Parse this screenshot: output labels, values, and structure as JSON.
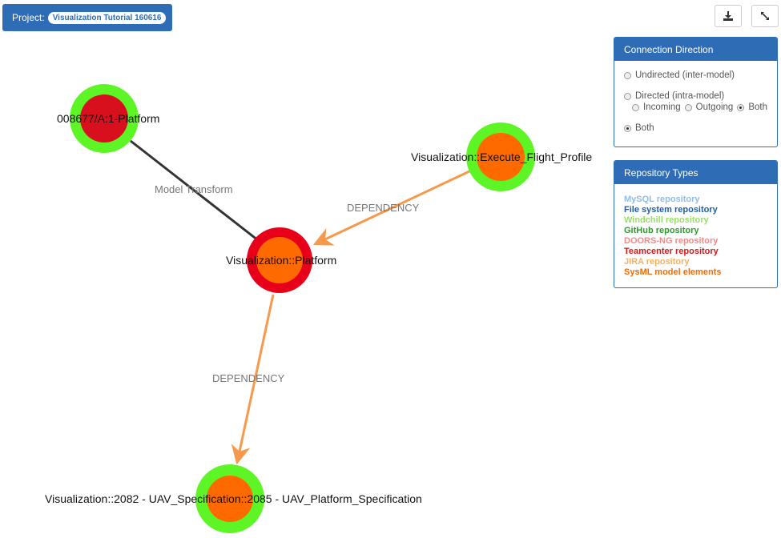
{
  "project": {
    "label": "Project:",
    "name": "Visualization Tutorial 160616"
  },
  "toolbar": {
    "download_icon": "download-icon",
    "expand_icon": "expand-icon"
  },
  "graph": {
    "nodes": [
      {
        "id": "platform008677",
        "label": "008677/A:1-Platform",
        "ring_color": "#5ef527",
        "core_color": "#d8101e"
      },
      {
        "id": "execute",
        "label": "Visualization::Execute_Flight_Profile",
        "ring_color": "#5ef527",
        "core_color": "#ff6a00"
      },
      {
        "id": "vizplatform",
        "label": "Visualization::Platform",
        "ring_color": "#e8001b",
        "core_color": "#ff6a00"
      },
      {
        "id": "uavspec",
        "label": "Visualization::2082 - UAV_Specification::2085 - UAV_Platform_Specification",
        "ring_color": "#5ef527",
        "core_color": "#ff6a00"
      }
    ],
    "edges": [
      {
        "from": "platform008677",
        "to": "vizplatform",
        "label": "Model Transform",
        "color": "#333333"
      },
      {
        "from": "execute",
        "to": "vizplatform",
        "label": "DEPENDENCY",
        "color": "#f7994a"
      },
      {
        "from": "vizplatform",
        "to": "uavspec",
        "label": "DEPENDENCY",
        "color": "#f7994a"
      }
    ]
  },
  "connection_direction": {
    "title": "Connection Direction",
    "undirected": "Undirected (inter-model)",
    "directed": "Directed (intra-model)",
    "incoming": "Incoming",
    "outgoing": "Outgoing",
    "both_sub": "Both",
    "both": "Both"
  },
  "repository_types": {
    "title": "Repository Types",
    "items": [
      {
        "label": "MySQL repository",
        "color": "#8fbde8"
      },
      {
        "label": "File system repository",
        "color": "#1f5ea8"
      },
      {
        "label": "Windchill repository",
        "color": "#9adf6a"
      },
      {
        "label": "GitHub repository",
        "color": "#2e9a2e"
      },
      {
        "label": "DOORS-NG repository",
        "color": "#f28a8a"
      },
      {
        "label": "Teamcenter repository",
        "color": "#d01a1a"
      },
      {
        "label": "JIRA repository",
        "color": "#f7b060"
      },
      {
        "label": "SysML model elements",
        "color": "#ef6c0a"
      }
    ]
  }
}
